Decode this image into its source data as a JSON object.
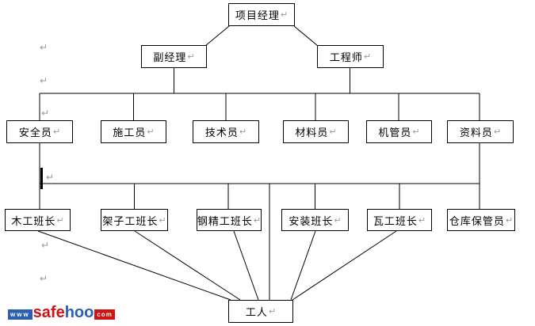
{
  "paragraph_mark": "↵",
  "chart": {
    "type": "org-chart",
    "nodes": [
      {
        "id": "project-manager",
        "label": "项目经理",
        "level": 1
      },
      {
        "id": "deputy-manager",
        "label": "副经理",
        "level": 2
      },
      {
        "id": "engineer",
        "label": "工程师",
        "level": 2
      },
      {
        "id": "safety-officer",
        "label": "安全员",
        "level": 3
      },
      {
        "id": "construction-officer",
        "label": "施工员",
        "level": 3
      },
      {
        "id": "technician",
        "label": "技术员",
        "level": 3
      },
      {
        "id": "material-officer",
        "label": "材料员",
        "level": 3
      },
      {
        "id": "machinery-officer",
        "label": "机管员",
        "level": 3
      },
      {
        "id": "documentation-officer",
        "label": "资料员",
        "level": 3
      },
      {
        "id": "carpentry-foreman",
        "label": "木工班长",
        "level": 4
      },
      {
        "id": "scaffolding-foreman",
        "label": "架子工班长",
        "level": 4
      },
      {
        "id": "steel-foreman",
        "label": "钢精工班长",
        "level": 4
      },
      {
        "id": "installation-foreman",
        "label": "安装班长",
        "level": 4
      },
      {
        "id": "masonry-foreman",
        "label": "瓦工班长",
        "level": 4
      },
      {
        "id": "warehouse-keeper",
        "label": "仓库保管员",
        "level": 4
      },
      {
        "id": "workers",
        "label": "工人",
        "level": 5
      }
    ],
    "connectors": {
      "top_diagonals": [
        [
          "project-manager",
          "deputy-manager"
        ],
        [
          "project-manager",
          "engineer"
        ]
      ],
      "bus1_feeds": [
        "deputy-manager",
        "engineer"
      ],
      "bus1_children": [
        "safety-officer",
        "construction-officer",
        "technician",
        "material-officer",
        "machinery-officer",
        "documentation-officer"
      ],
      "bus2_feeds": [
        "safety-officer",
        "documentation-officer"
      ],
      "bus2_children": [
        "carpentry-foreman",
        "scaffolding-foreman",
        "steel-foreman",
        "installation-foreman",
        "masonry-foreman",
        "warehouse-keeper",
        "workers"
      ],
      "worker_diagonals": [
        "carpentry-foreman",
        "scaffolding-foreman",
        "steel-foreman",
        "installation-foreman",
        "masonry-foreman"
      ]
    }
  },
  "watermark": {
    "www": "www",
    "safe": "safe",
    "hoo": "hoo",
    "com": "com"
  },
  "colors": {
    "line": "#000000",
    "box_border": "#000000",
    "box_fill": "#ffffff",
    "paragraph_mark": "#9a9a9a",
    "logo_blue": "#2b5fb4",
    "logo_red": "#cc1414"
  }
}
